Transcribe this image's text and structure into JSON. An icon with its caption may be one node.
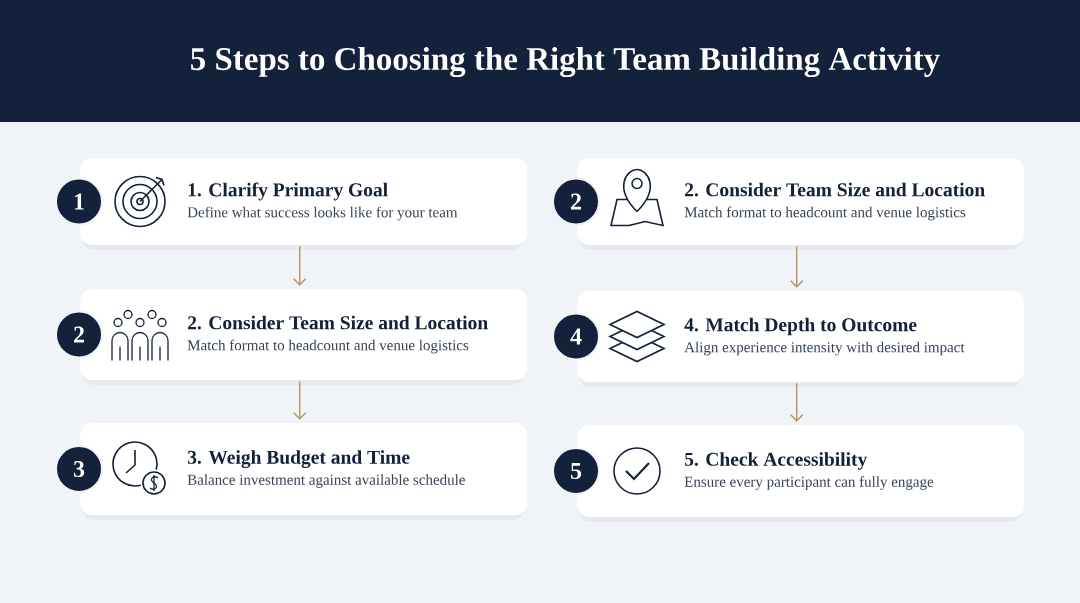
{
  "diagram": {
    "title": "5 Steps to Choosing the Right Team Building Activity",
    "nodes": [
      {
        "text": [
          "1"
        ]
      },
      {
        "text": [
          "1. Clarify Primary Goal",
          "Define what success looks like for your team"
        ]
      },
      {
        "text": [
          "2"
        ]
      },
      {
        "text": [
          "2. Consider Team Size and Location",
          "Match format to headcount and venue logistics"
        ]
      },
      {
        "text": [
          "3"
        ]
      },
      {
        "text": [
          "3. Weigh Budget and Time",
          "Balance investment against available schedule"
        ]
      },
      {
        "text": [
          "2"
        ]
      },
      {
        "text": [
          "2. Consider Team Size and Location",
          "Match format to headcount and venue logistics"
        ]
      },
      {
        "text": [
          "4"
        ]
      },
      {
        "text": [
          "4. Match Depth to Outcome",
          "Align experience intensity with desired impact"
        ]
      },
      {
        "text": [
          "5"
        ]
      },
      {
        "text": [
          "5. Check Accessibility",
          "Ensure every participant can fully engage"
        ]
      }
    ],
    "edges": [
      {
        "from": 1,
        "to": 3,
        "arrow": "to"
      },
      {
        "from": 3,
        "to": 5,
        "arrow": "to"
      },
      {
        "from": 7,
        "to": 9,
        "arrow": "to"
      },
      {
        "from": 9,
        "to": 11,
        "arrow": "to"
      }
    ]
  }
}
